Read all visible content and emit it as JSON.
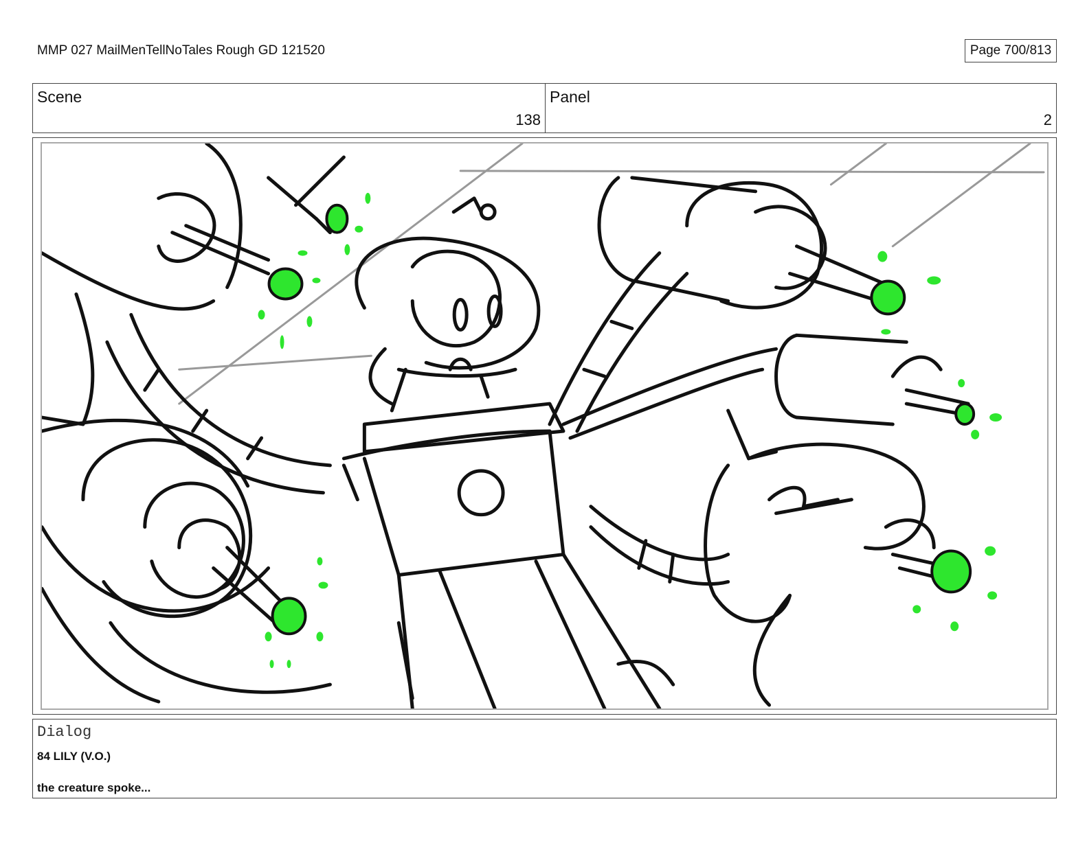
{
  "header": {
    "title": "MMP 027 MailMenTellNoTales Rough GD 121520",
    "page": "Page 700/813"
  },
  "scene": {
    "label": "Scene",
    "value": "138"
  },
  "panel": {
    "label": "Panel",
    "value": "2"
  },
  "dialog": {
    "label": "Dialog",
    "character": "84 LILY (V.O.)",
    "line": "the creature spoke..."
  },
  "colors": {
    "glow": "#2ee62e",
    "ink": "#111111",
    "border": "#444444"
  }
}
